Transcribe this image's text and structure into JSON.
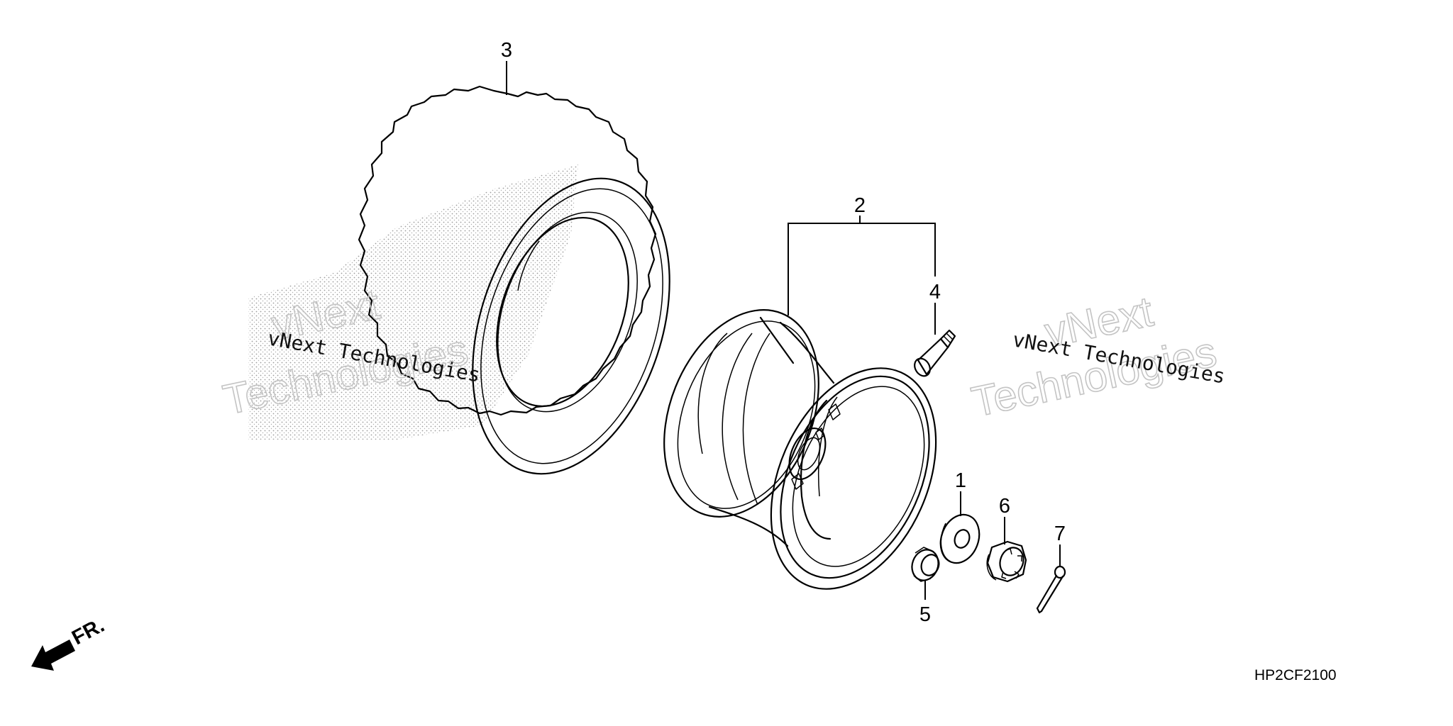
{
  "diagram": {
    "callouts": {
      "c1": "1",
      "c2": "2",
      "c3": "3",
      "c4": "4",
      "c5": "5",
      "c6": "6",
      "c7": "7"
    },
    "direction_label": "FR.",
    "drawing_code": "HP2CF2100"
  },
  "watermarks": {
    "mono_left": "vNext Technologies",
    "mono_right": "vNext Technologies",
    "outline_left_1": "vNext",
    "outline_left_2": "Technologies",
    "outline_right_1": "vNext",
    "outline_right_2": "Technologies"
  }
}
